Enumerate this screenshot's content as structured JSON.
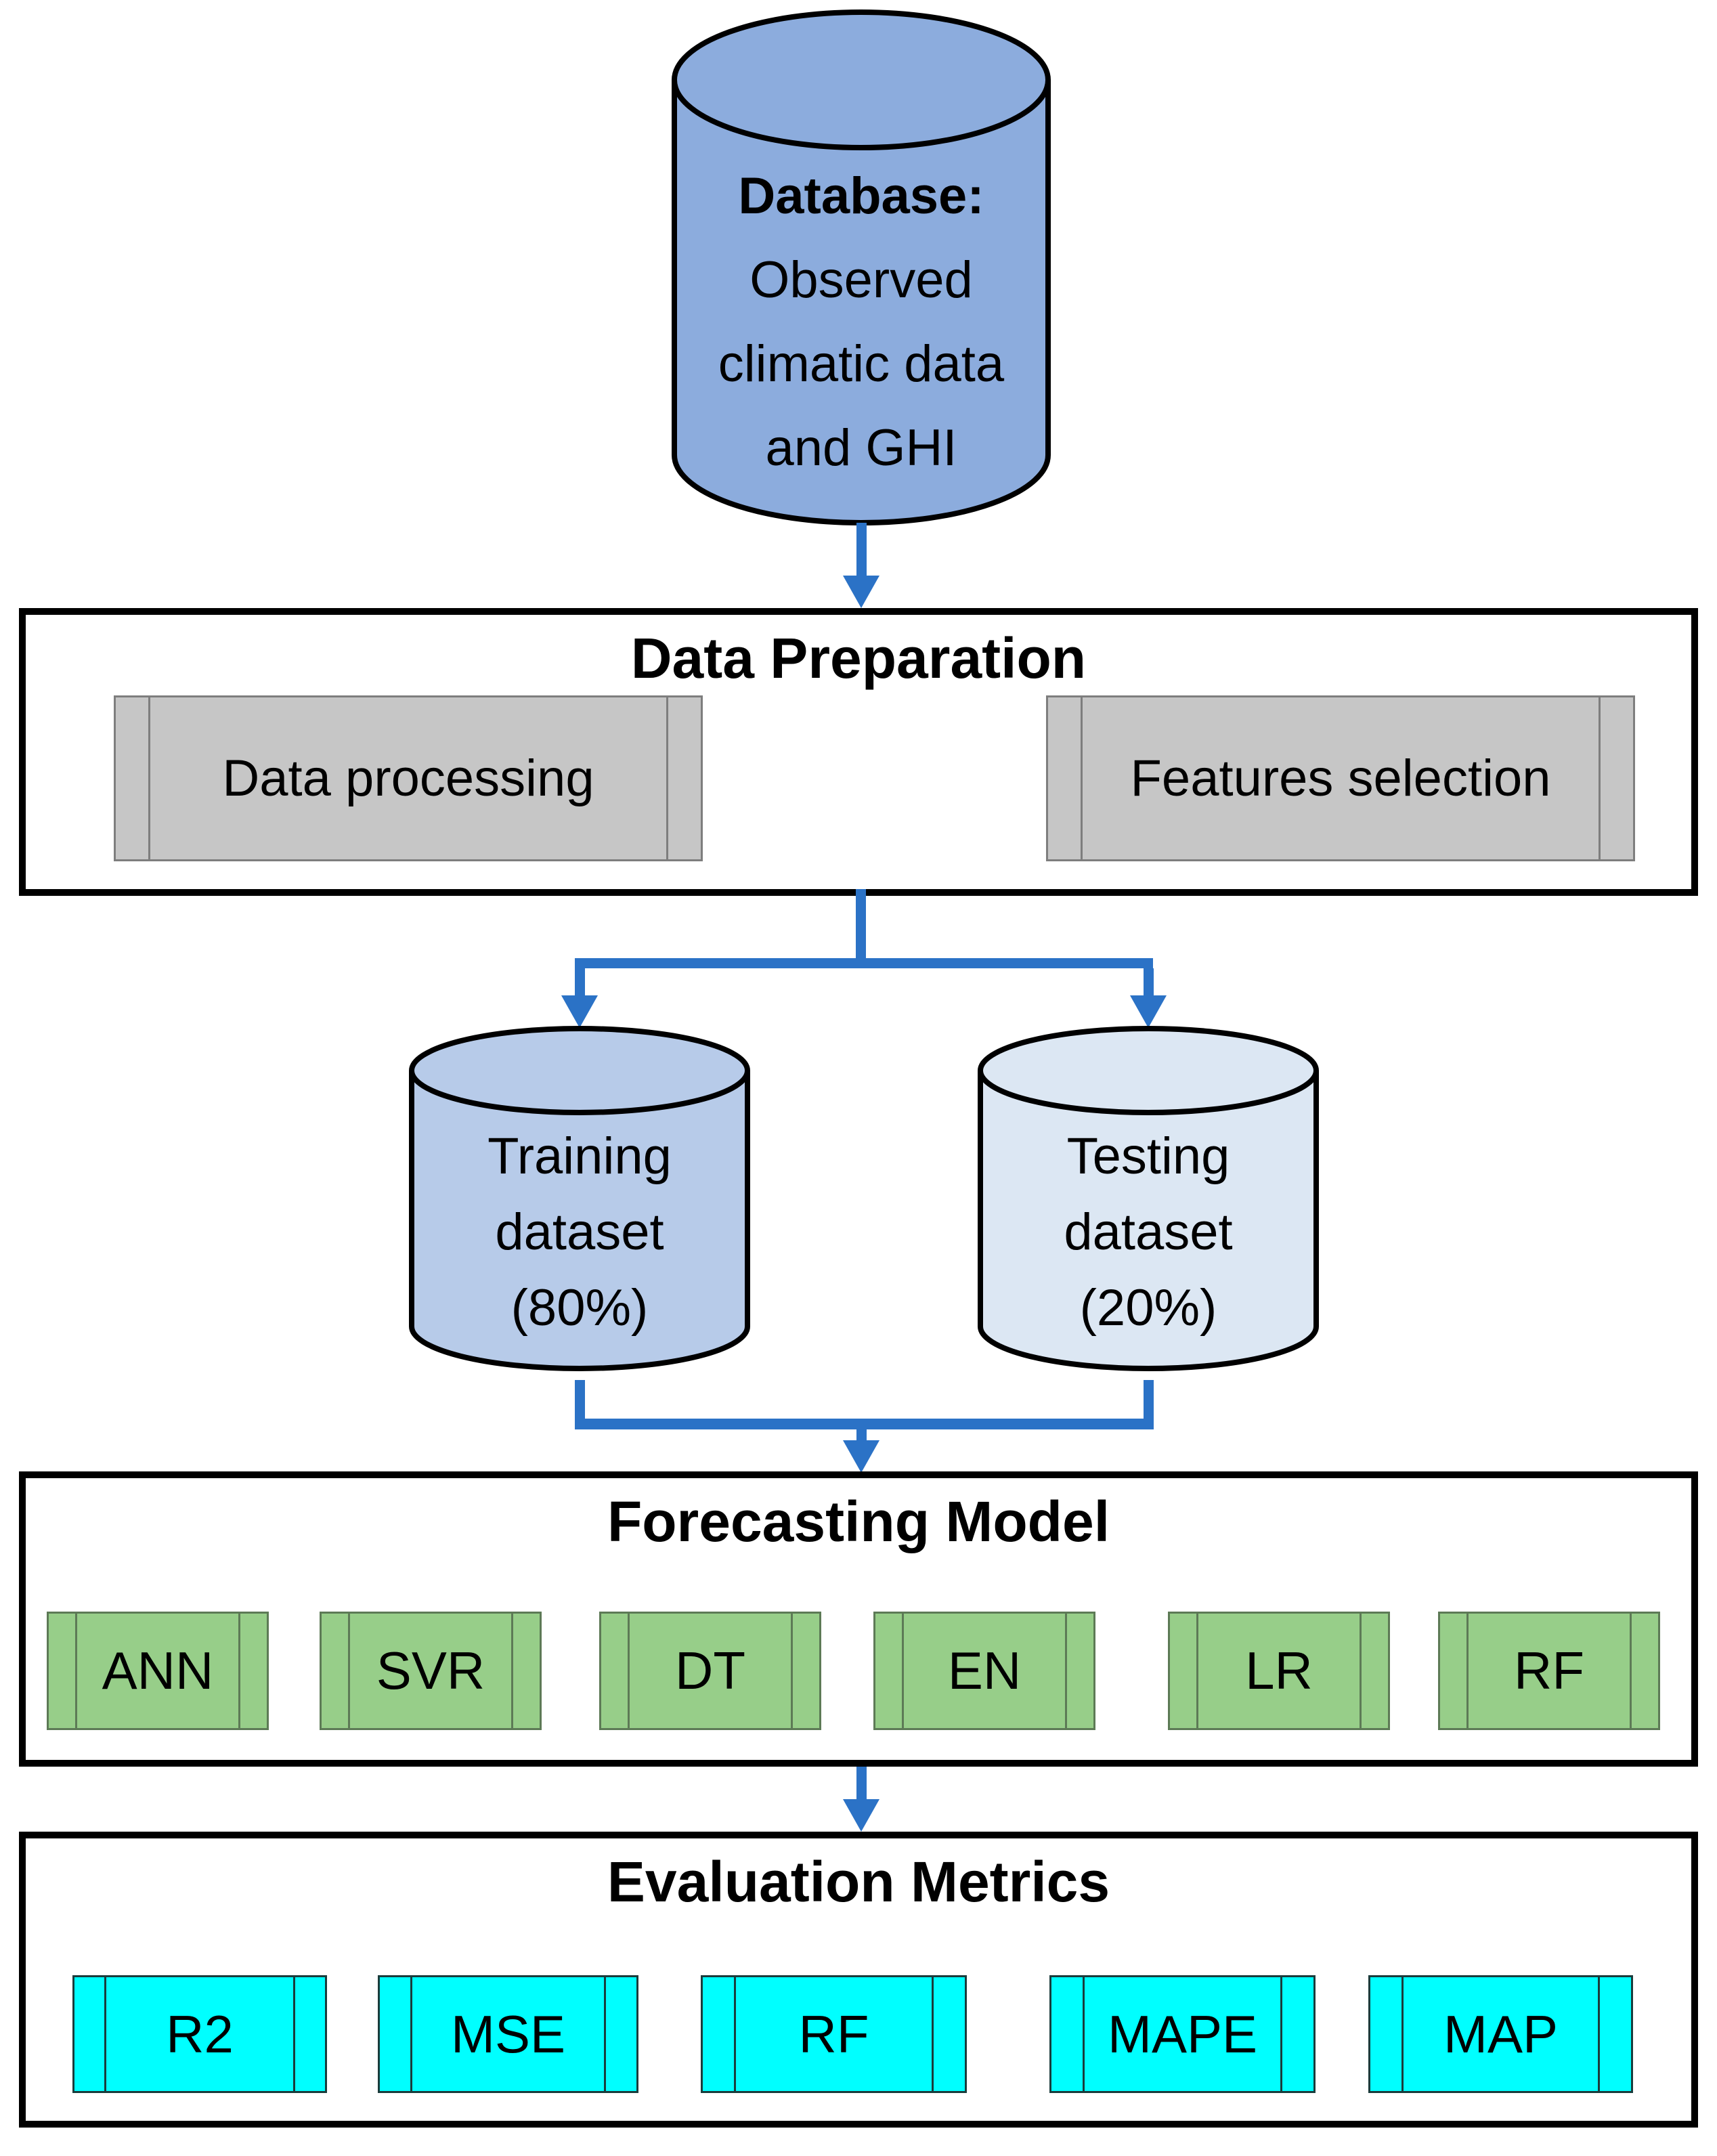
{
  "colors": {
    "arrow-blue": "#2B72C6",
    "db-cylinder-fill": "#8CACDD",
    "training-fill": "#B7CBE9",
    "testing-fill": "#DCE7F3",
    "process-gray-fill": "#C6C6C6",
    "model-green-fill": "#97CE89",
    "metric-cyan-fill": "#00FFFF",
    "outline-black": "#000000"
  },
  "database": {
    "name_bold": "Database",
    "colon": ":",
    "line1": "Observed",
    "line2": "climatic data",
    "line3": "and GHI"
  },
  "data_preparation": {
    "title": "Data Preparation",
    "steps": [
      "Data processing",
      "Features selection"
    ]
  },
  "datasets": {
    "training": {
      "line1": "Training",
      "line2": "dataset",
      "line3": "(80%)"
    },
    "testing": {
      "line1": "Testing",
      "line2": "dataset",
      "line3": "(20%)"
    }
  },
  "forecasting": {
    "title": "Forecasting Model",
    "models": [
      "ANN",
      "SVR",
      "DT",
      "EN",
      "LR",
      "RF"
    ]
  },
  "evaluation": {
    "title": "Evaluation Metrics",
    "metrics": [
      "R2",
      "MSE",
      "RF",
      "MAPE",
      "MAP"
    ]
  }
}
